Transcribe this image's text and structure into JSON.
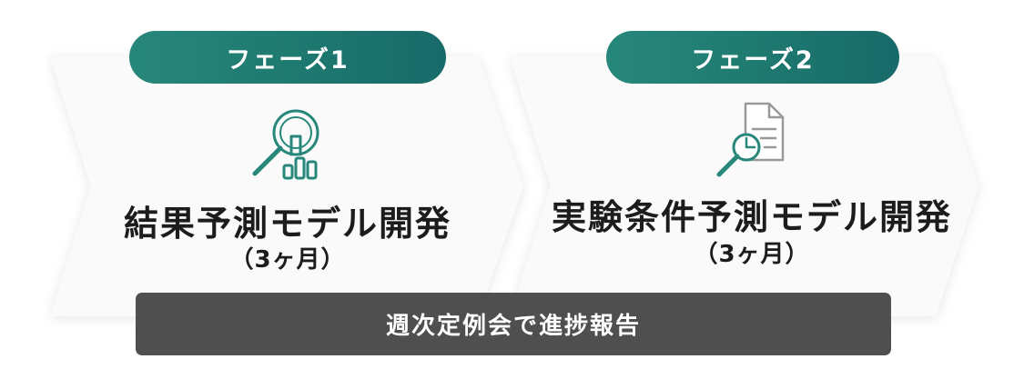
{
  "phases": [
    {
      "badge": "フェーズ1",
      "title": "結果予測モデル開発",
      "duration": "（3ヶ月）",
      "icon": "magnifier-chart-icon"
    },
    {
      "badge": "フェーズ2",
      "title": "実験条件予測モデル開発",
      "duration": "（3ヶ月）",
      "icon": "magnifier-document-icon"
    }
  ],
  "footer": {
    "label": "週次定例会で進捗報告"
  },
  "colors": {
    "badge": "#1f7a70",
    "icon_stroke": "#27877a",
    "banner": "#4f4f4f",
    "chevron_fill": "#fafafa",
    "text": "#1c1c1c"
  }
}
